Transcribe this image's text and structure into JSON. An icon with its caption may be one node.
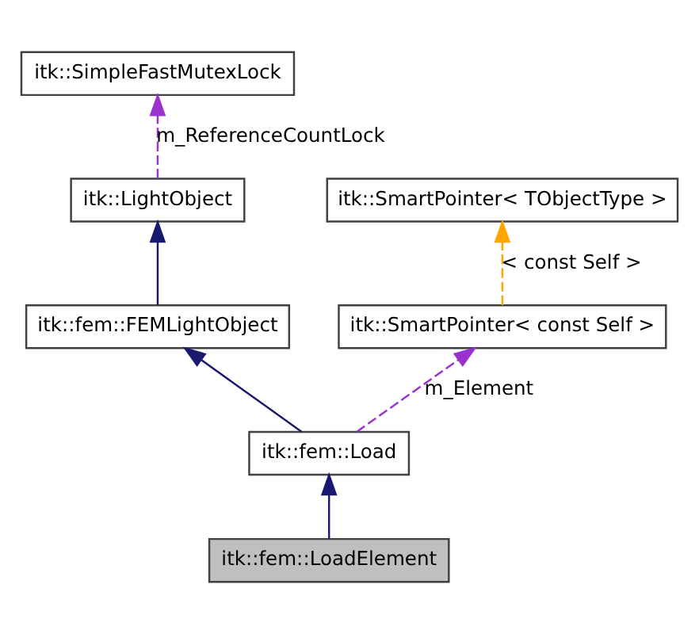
{
  "diagram": {
    "nodes": [
      {
        "text": [
          "itk::SimpleFastMutexLock"
        ]
      },
      {
        "text": [
          "itk::LightObject"
        ]
      },
      {
        "text": [
          "itk::SmartPointer< TObjectType >"
        ]
      },
      {
        "text": [
          "itk::fem::FEMLightObject"
        ]
      },
      {
        "text": [
          "itk::SmartPointer< const Self >"
        ]
      },
      {
        "text": [
          "itk::fem::Load"
        ]
      },
      {
        "text": [
          "itk::fem::LoadElement"
        ]
      }
    ],
    "edges": [
      {
        "from": 1,
        "to": 0,
        "arrow": "to",
        "label": "m_ReferenceCountLock",
        "style": "dashed",
        "color": "#9a32cd"
      },
      {
        "from": 3,
        "to": 1,
        "arrow": "to"
      },
      {
        "from": 4,
        "to": 2,
        "arrow": "to",
        "label": "< const Self >",
        "style": "dashed",
        "color": "#ffa500"
      },
      {
        "from": 5,
        "to": 3,
        "arrow": "to"
      },
      {
        "from": 5,
        "to": 4,
        "arrow": "to",
        "label": "m_Element",
        "style": "dashed",
        "color": "#9a32cd"
      },
      {
        "from": 6,
        "to": 5,
        "arrow": "to"
      }
    ]
  }
}
